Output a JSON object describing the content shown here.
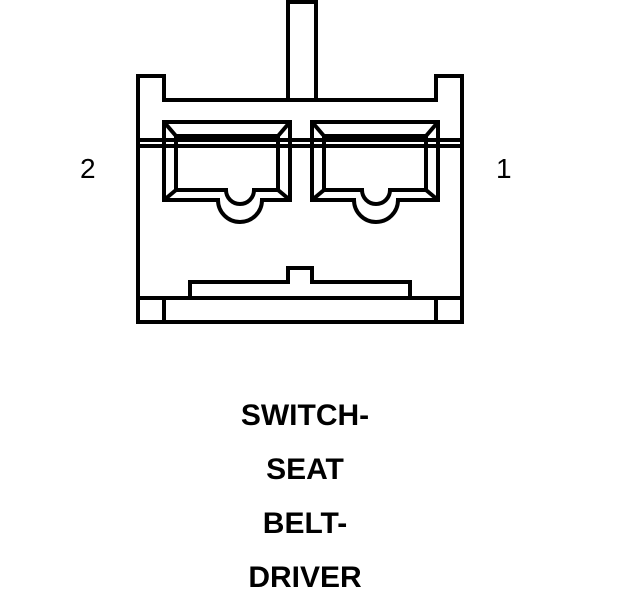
{
  "connector": {
    "pin_left_label": "2",
    "pin_right_label": "1",
    "stroke_color": "#000000",
    "background_color": "#ffffff"
  },
  "caption": {
    "line1": "SWITCH-",
    "line2": "SEAT",
    "line3": "BELT-",
    "line4": "DRIVER"
  }
}
